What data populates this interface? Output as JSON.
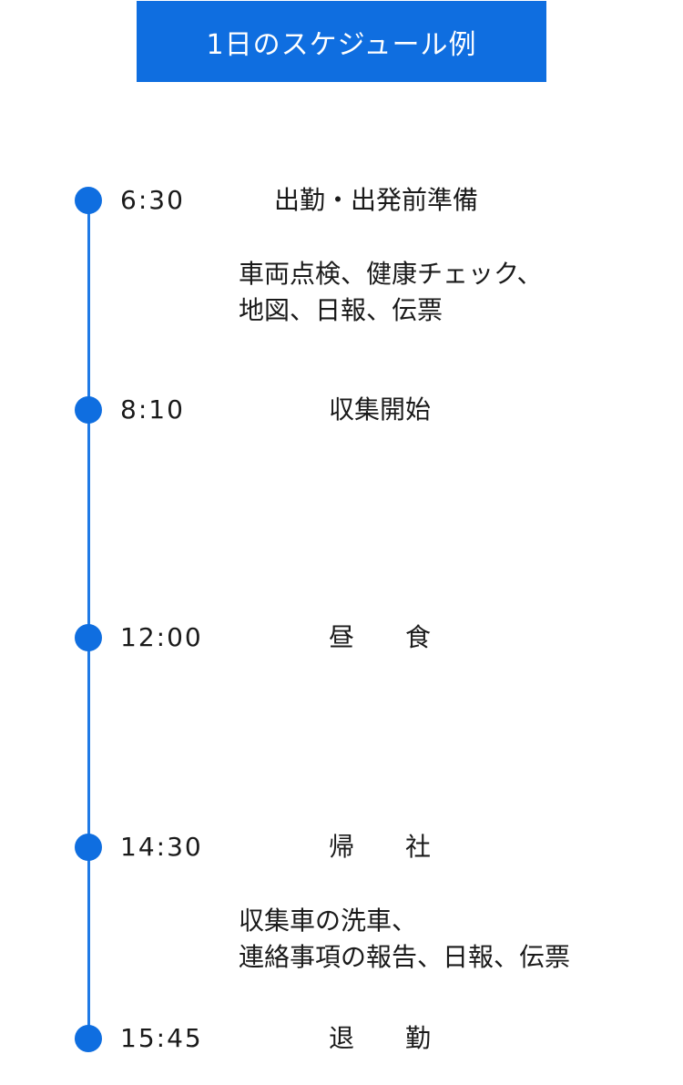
{
  "title": "1日のスケジュール例",
  "colors": {
    "accent": "#0f6ee0",
    "text": "#1a1a1a",
    "background": "#ffffff"
  },
  "schedule": [
    {
      "time": "6:30",
      "event": "出勤・出発前準備",
      "note": [
        "車両点検、健康チェック、",
        "地図、日報、伝票"
      ]
    },
    {
      "time": "8:10",
      "event": "収集開始",
      "note": []
    },
    {
      "time": "12:00",
      "event": "昼　　食",
      "note": []
    },
    {
      "time": "14:30",
      "event": "帰　　社",
      "note": [
        "収集車の洗車、",
        "連絡事項の報告、日報、伝票"
      ]
    },
    {
      "time": "15:45",
      "event": "退　　勤",
      "note": []
    }
  ]
}
